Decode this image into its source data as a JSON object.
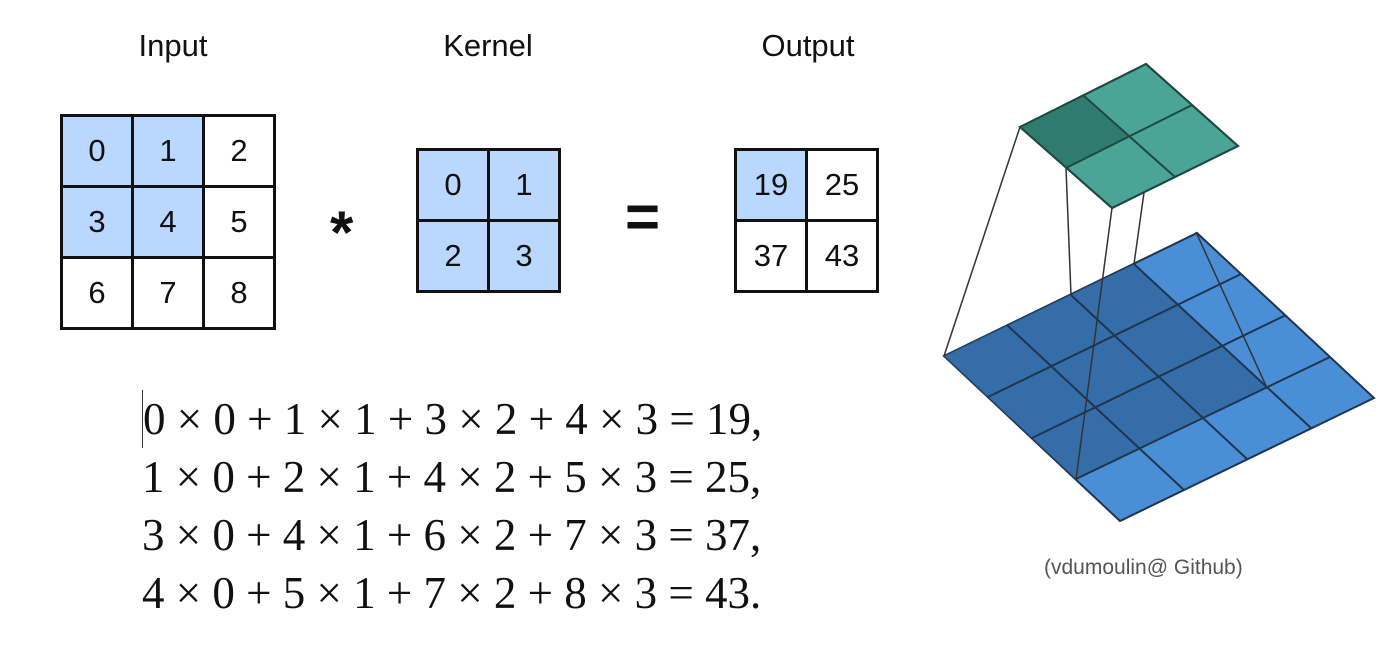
{
  "labels": {
    "input": "Input",
    "kernel": "Kernel",
    "output": "Output"
  },
  "input_matrix": [
    [
      "0",
      "1",
      "2"
    ],
    [
      "3",
      "4",
      "5"
    ],
    [
      "6",
      "7",
      "8"
    ]
  ],
  "kernel_matrix": [
    [
      "0",
      "1"
    ],
    [
      "2",
      "3"
    ]
  ],
  "output_matrix": [
    [
      "19",
      "25"
    ],
    [
      "37",
      "43"
    ]
  ],
  "operators": {
    "convolve": "*",
    "equals": "="
  },
  "equations": [
    "0 × 0 + 1 × 1 + 3 × 2 + 4 × 3 = 19,",
    "1 × 0 + 2 × 1 + 4 × 2 + 5 × 3 = 25,",
    "3 × 0 + 4 × 1 + 6 × 2 + 7 × 3 = 37,",
    "4 × 0 + 5 × 1 + 7 × 2 + 8 × 3 = 43."
  ],
  "credit": "(vdumoulin@ Github)",
  "colors": {
    "highlight": "#b9d7ff",
    "output_plane": "#4aa596",
    "output_plane_dark": "#2f7c6e",
    "input_plane": "#4a8fd6",
    "input_plane_dark": "#2f649c"
  }
}
